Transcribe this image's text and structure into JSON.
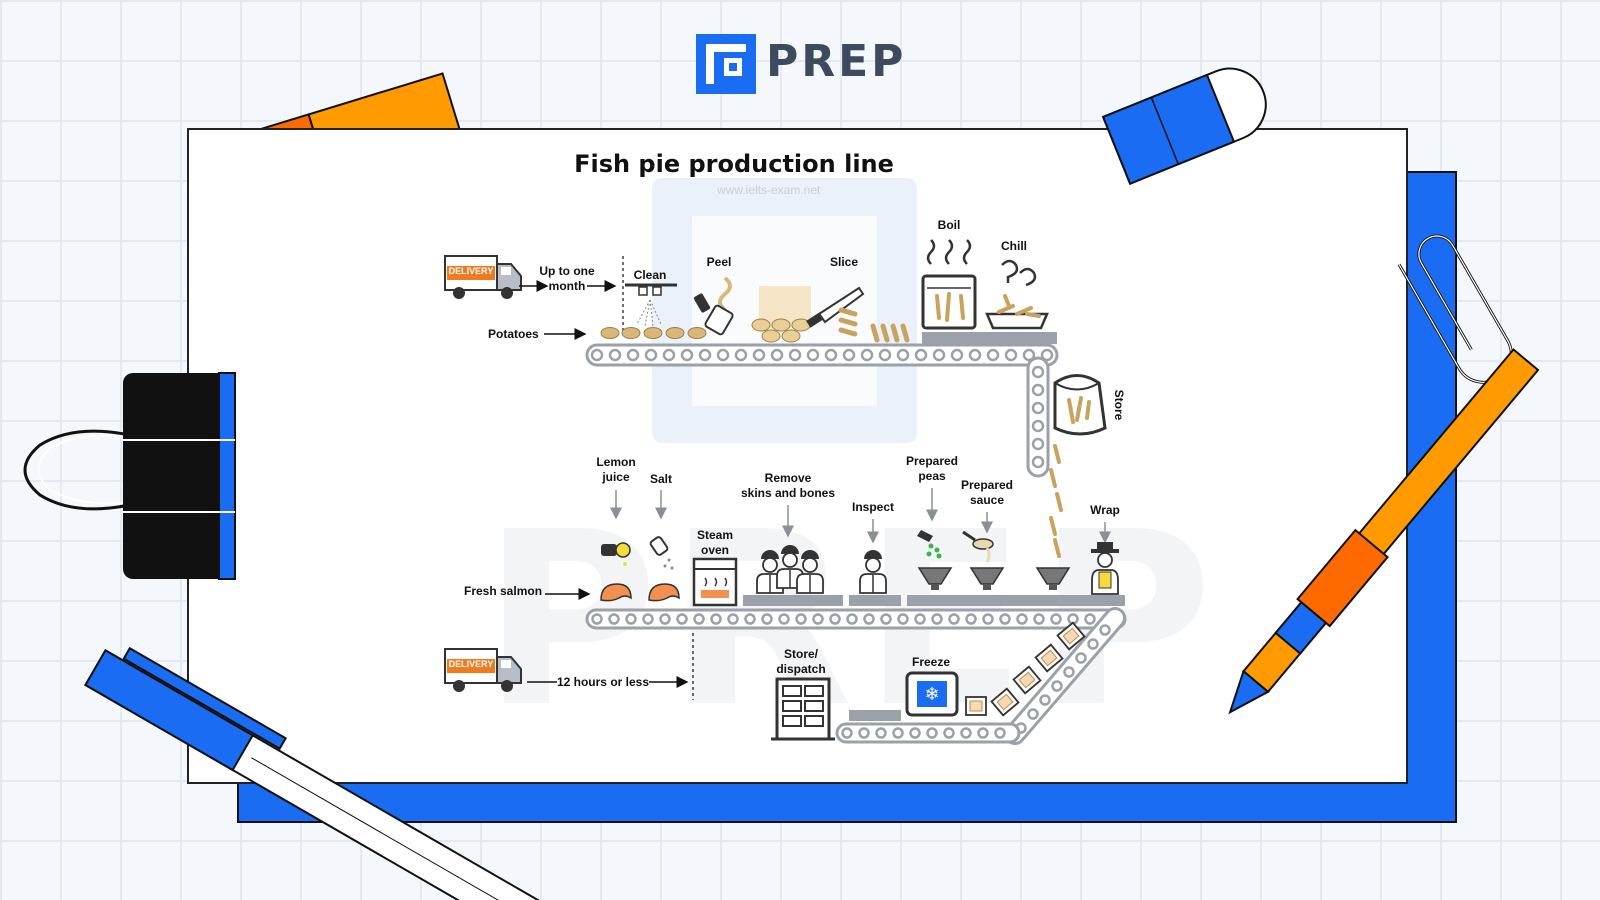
{
  "brand": {
    "name": "PREP",
    "accent": "#1a6df2",
    "text_color": "#3e4b5e"
  },
  "diagram": {
    "title": "Fish pie production line",
    "watermark_url": "www.ielts-exam.net",
    "watermark_text": "PREP",
    "truck_sign": "DELIVERY",
    "labels": {
      "up_to_one_month_l1": "Up to one",
      "up_to_one_month_l2": "month",
      "potatoes": "Potatoes",
      "clean": "Clean",
      "peel": "Peel",
      "slice": "Slice",
      "boil": "Boil",
      "chill": "Chill",
      "store": "Store",
      "lemon_juice_l1": "Lemon",
      "lemon_juice_l2": "juice",
      "salt": "Salt",
      "steam_oven_l1": "Steam",
      "steam_oven_l2": "oven",
      "remove_l1": "Remove",
      "remove_l2": "skins and bones",
      "inspect": "Inspect",
      "prepared_peas_l1": "Prepared",
      "prepared_peas_l2": "peas",
      "prepared_sauce_l1": "Prepared",
      "prepared_sauce_l2": "sauce",
      "wrap": "Wrap",
      "fresh_salmon": "Fresh salmon",
      "twelve_hours": "12 hours or less",
      "store_dispatch_l1": "Store/",
      "store_dispatch_l2": "dispatch",
      "freeze": "Freeze"
    },
    "colors": {
      "accent_blue": "#1a6df2",
      "accent_orange": "#ff9a00",
      "accent_red_orange": "#ff6a00",
      "truck_sign": "#f07b1f",
      "potato": "#d9b77a",
      "salmon": "#f2914f",
      "conveyor": "#9aa1a9",
      "peas": "#3bb54a"
    }
  }
}
